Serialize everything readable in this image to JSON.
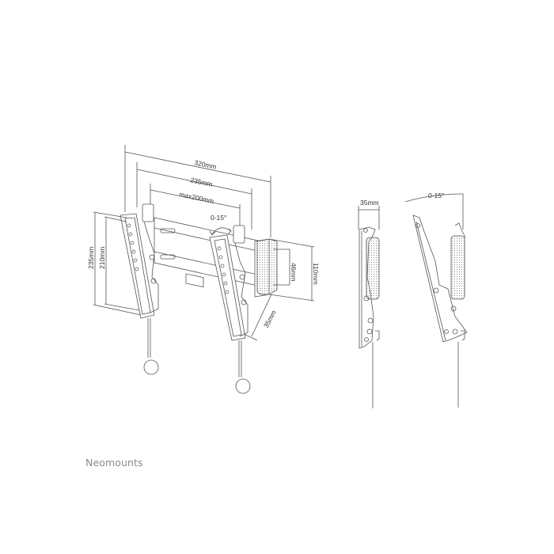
{
  "brand": {
    "name": "Neomounts",
    "color": "#8a8a8a"
  },
  "front_view": {
    "dimensions": {
      "width_overall": "320mm",
      "width_rail": "235mm",
      "vesa_max": "max200mm",
      "height_overall": "235mm",
      "height_arm": "210mm",
      "spacer_height": "46mm",
      "spacer_block": "110mm",
      "depth": "35mm"
    },
    "tilt_label": "0-15°"
  },
  "side_view_straight": {
    "depth_label": "35mm"
  },
  "side_view_tilted": {
    "tilt_label": "0-15°"
  },
  "colors": {
    "line": "#555555",
    "text": "#333333",
    "background": "#ffffff"
  }
}
